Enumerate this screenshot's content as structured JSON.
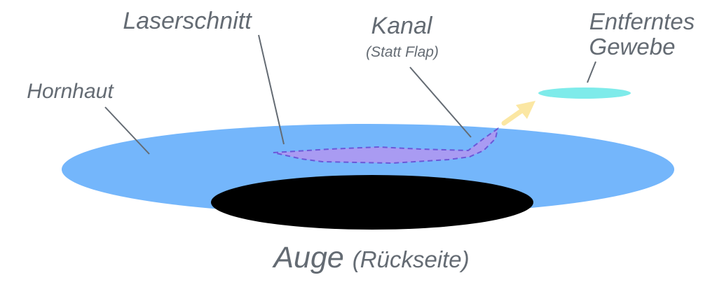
{
  "labels": {
    "laser_cut": "Laserschnitt",
    "channel": "Kanal",
    "channel_note": "(Statt Flap)",
    "removed_tissue_line1": "Entferntes",
    "removed_tissue_line2": "Gewebe",
    "cornea": "Hornhaut",
    "eye": "Auge",
    "eye_note": "(Rückseite)"
  },
  "colors": {
    "cornea": "#74b6fb",
    "pupil": "#000000",
    "lenticule": "#a99bf2",
    "cut_line": "#6b58d8",
    "removed_tissue": "#7eebea",
    "arrow": "#fbe7a3",
    "label_text": "#646b73",
    "leader_line": "#646b73"
  }
}
